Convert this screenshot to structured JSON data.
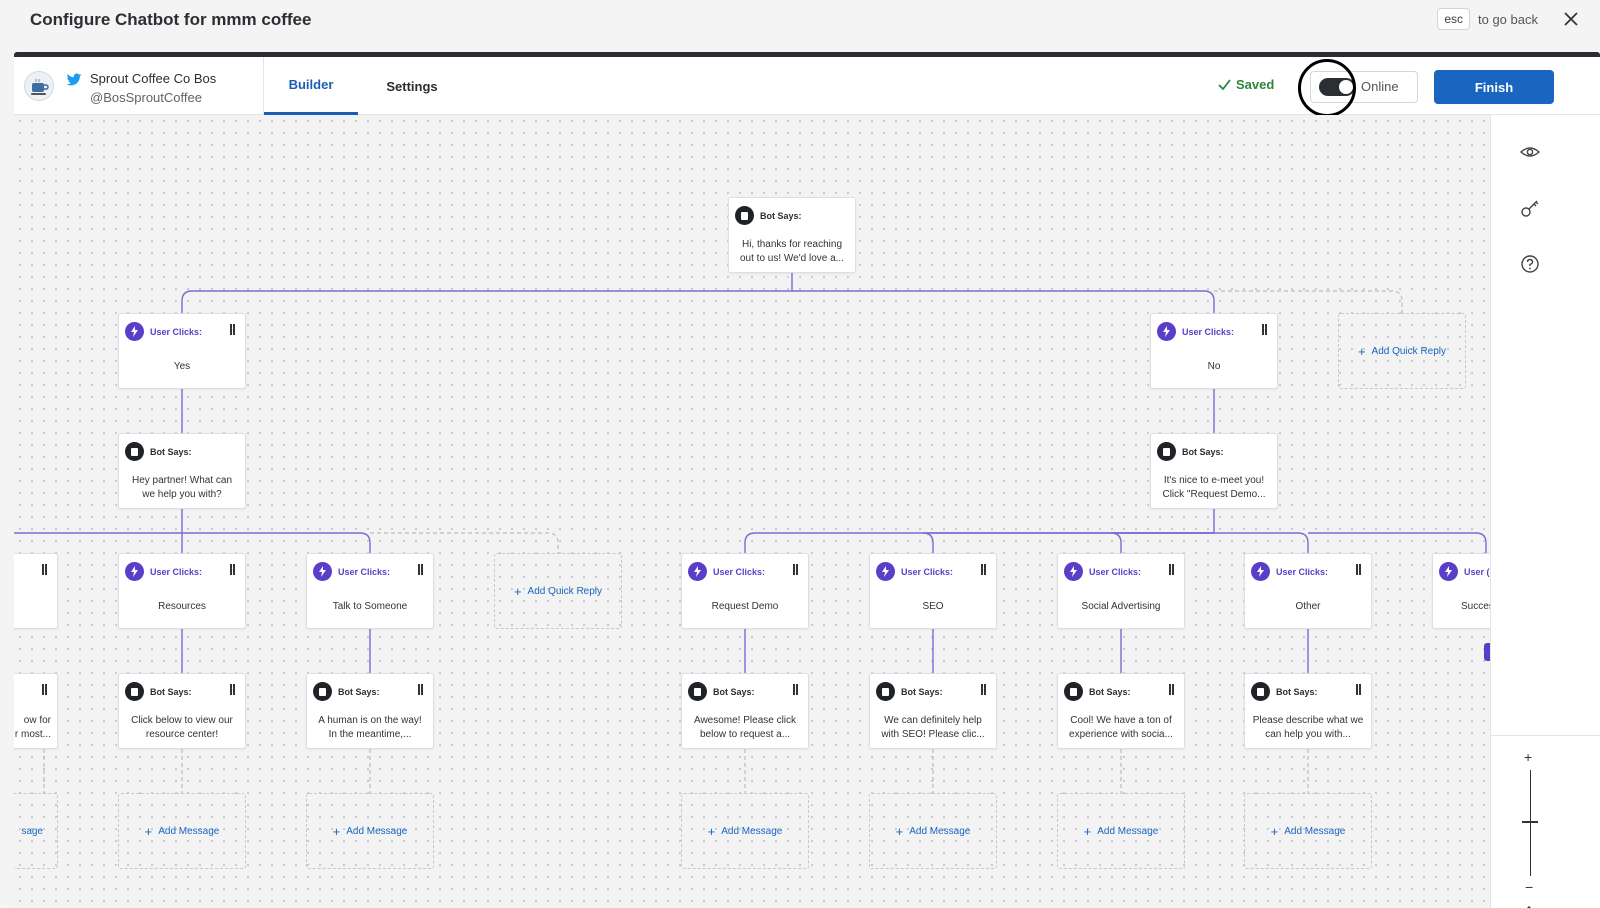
{
  "modal": {
    "title": "Configure Chatbot for mmm coffee",
    "esc_key": "esc",
    "esc_hint": "to go back"
  },
  "account": {
    "name": "Sprout Coffee Co Bos",
    "handle": "@BosSproutCoffee"
  },
  "tabs": {
    "builder": "Builder",
    "settings": "Settings"
  },
  "status": {
    "saved": "Saved",
    "online": "Online",
    "toggle_on": true
  },
  "finish_label": "Finish",
  "zoom": {
    "plus": "+",
    "minus": "−"
  },
  "labels": {
    "user_clicks": "User Clicks:",
    "bot_says": "Bot Says:",
    "add_quick_reply": "Add Quick Reply",
    "add_message": "Add Message"
  },
  "nodes": {
    "root": {
      "text": "Hi, thanks for reaching out to us! We'd love a..."
    },
    "yes": {
      "text": "Yes"
    },
    "no": {
      "text": "No"
    },
    "yes_bot": {
      "text": "Hey partner! What can we help you with?"
    },
    "no_bot": {
      "text": "It's nice to e-meet you! Click \"Request Demo..."
    },
    "partial_left_bot": {
      "text": "ow for\nr most..."
    },
    "partial_left_add": {
      "text": "sage"
    },
    "resources": {
      "text": "Resources"
    },
    "talk": {
      "text": "Talk to Someone"
    },
    "request_demo": {
      "text": "Request Demo"
    },
    "seo": {
      "text": "SEO"
    },
    "social": {
      "text": "Social Advertising"
    },
    "other": {
      "text": "Other"
    },
    "success_partial": {
      "label": "User (",
      "text": "Succes"
    },
    "resources_bot": {
      "text": "Click below to view our resource center!"
    },
    "talk_bot": {
      "text": "A human is on the way! In the meantime,..."
    },
    "demo_bot": {
      "text": "Awesome! Please click below to request a..."
    },
    "seo_bot": {
      "text": "We can definitely help with SEO! Please clic..."
    },
    "social_bot": {
      "text": "Cool! We have a ton of experience with socia..."
    },
    "other_bot": {
      "text": "Please describe what we can help you with..."
    }
  },
  "colors": {
    "accent": "#1a65c0",
    "user_purple": "#5b3ec8",
    "saved_green": "#2e8540",
    "connector": "#7b6bd6"
  }
}
